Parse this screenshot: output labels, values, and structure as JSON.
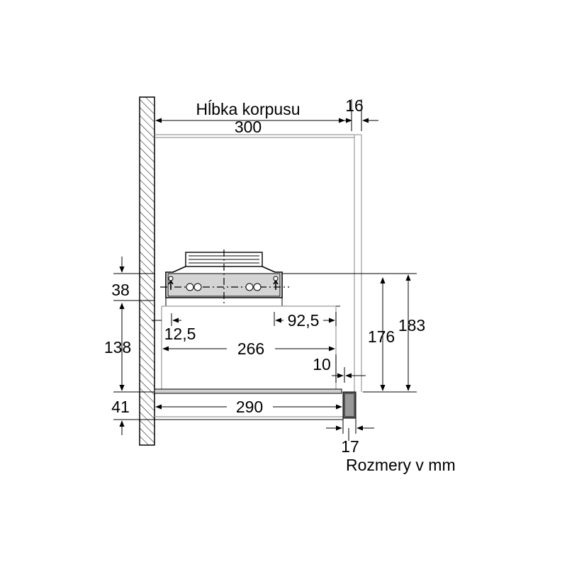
{
  "labels": {
    "cabinet_depth_title": "Hĺbka korpusu",
    "cabinet_depth_value": "300",
    "door_thickness": "16",
    "motor_height": "38",
    "body_height": "138",
    "front_height": "41",
    "offset_left": "12,5",
    "outlet_offset": "92,5",
    "inner_depth": "266",
    "front_gap": "10",
    "total_depth": "290",
    "front_panel": "17",
    "height_176": "176",
    "height_183": "183",
    "units_note": "Rozmery v mm"
  }
}
